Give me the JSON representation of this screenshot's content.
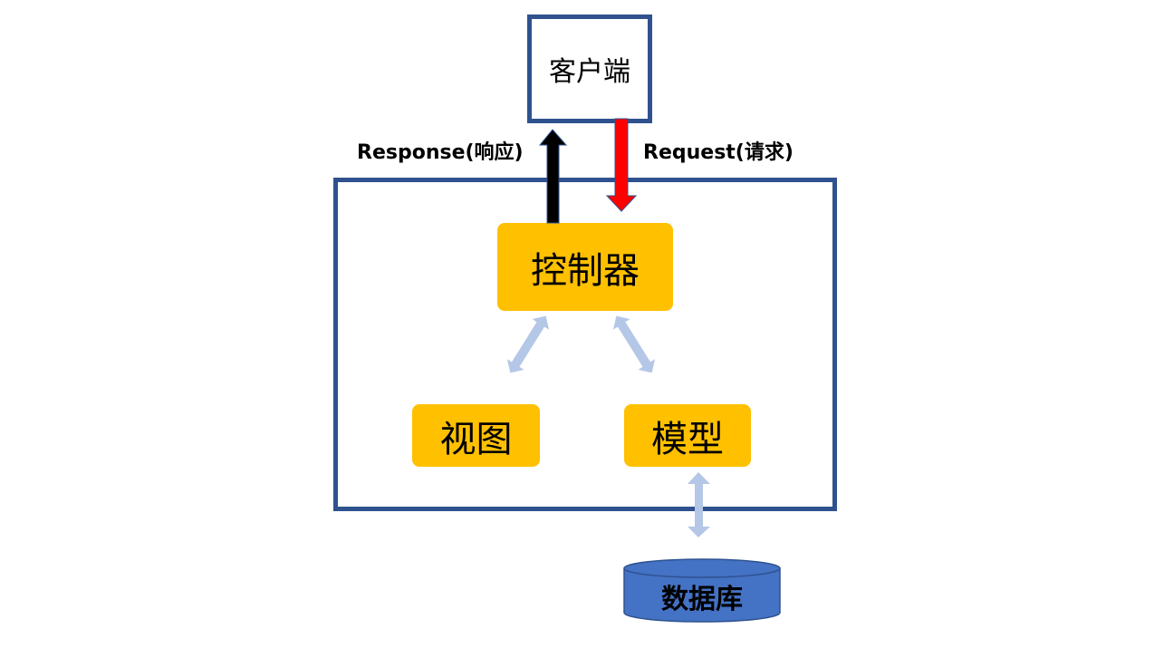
{
  "diagram": {
    "client": {
      "label": "客户端"
    },
    "controller": {
      "label": "控制器"
    },
    "view": {
      "label": "视图"
    },
    "model": {
      "label": "模型"
    },
    "database": {
      "label": "数据库"
    },
    "response": {
      "label": "Response(响应)"
    },
    "request": {
      "label": "Request(请求)"
    }
  },
  "colors": {
    "frame": "#2f528f",
    "module_fill": "#ffc000",
    "response_arrow": "#000000",
    "request_arrow": "#ff0000",
    "link_arrow": "#b4c7e7",
    "database_fill": "#4472c4",
    "database_stroke": "#2f528f"
  }
}
